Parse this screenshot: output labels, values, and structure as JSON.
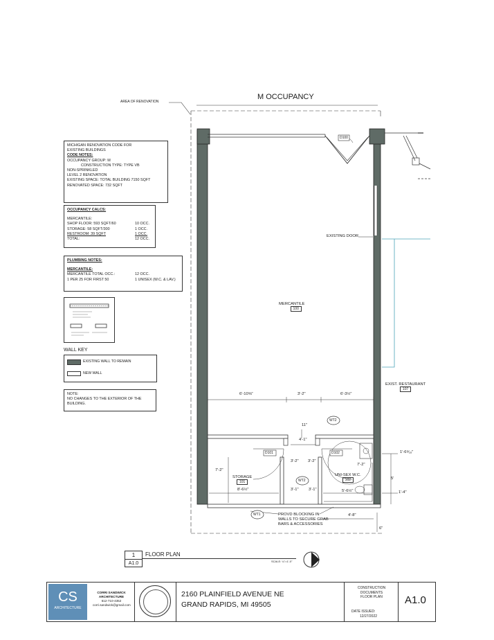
{
  "title": "M OCCUPANCY",
  "area_label": "AREA OF RENOVATION",
  "code_notes": {
    "lines": [
      "MICHIGAN RENOVATION CODE FOR",
      "EXISTING BUILDINGS"
    ],
    "heading": "CODE NOTES:",
    "occupancy": "OCCUPANCY GROUP:  M",
    "construction": "CONSTRUCTION TYPE: TYPE VB",
    "details": [
      "NON-SPRINKLED",
      "LEVEL 2 RENOVATION",
      "EXISTING SPACE: TOTAL BUILDING 7150 SQFT",
      "RENOVATED SPACE: 732 SQFT"
    ]
  },
  "occupancy_calcs": {
    "heading": "OCCUPANCY CALCS:",
    "group": "MERCANTILE:",
    "rows": [
      {
        "label": "SHOP FLOOR: 593 SQFT/60",
        "value": "10 OCC."
      },
      {
        "label": "STORAGE: 58 SQFT/300",
        "value": "1 OCC."
      },
      {
        "label": "RESTROOM:  39 SQFT",
        "value": "1 OCC."
      },
      {
        "label": "TOTAL:",
        "value": "12 OCC."
      }
    ]
  },
  "plumbing_notes": {
    "heading": "PLUMBING NOTES:",
    "group": "MERCANTILE:",
    "rows": [
      {
        "label": "MERCANTILE TOTAL OCC.:",
        "value": "12 OCC."
      },
      {
        "label": "1 PER 25 FOR FIRST 50",
        "value": "1 UNISEX (W.C. & LAV.)"
      }
    ]
  },
  "wall_key": {
    "heading": "WALL KEY",
    "existing": "EXISTING WALL TO REMAIN",
    "new": "NEW WALL"
  },
  "note_box": {
    "heading": "NOTE:",
    "lines": [
      "NO CHANGES TO THE EXTERIOR OF THE",
      "BUILDING."
    ]
  },
  "rooms": {
    "mercantile": {
      "name": "MERCANTILE",
      "num": "100"
    },
    "storage": {
      "name": "STORAGE",
      "num": "101"
    },
    "unisex": {
      "name": "UNI-SEX W.C.",
      "num": "102"
    },
    "restaurant": {
      "name": "EXIST. RESTAURANT",
      "num": "107"
    }
  },
  "tags": {
    "d100": "D100",
    "d101": "D101",
    "d102": "D102",
    "wt1": "WT1",
    "wt2a": "WT2",
    "wt2b": "WT2"
  },
  "labels": {
    "existing_door": "EXISTING DOOR",
    "blocking": [
      "PROVD BLOCKING IN",
      "WALLS TO SECURE GRAB",
      "BARS & ACCESSORIES"
    ]
  },
  "dims": {
    "d1": "6'-10⅝\"",
    "d2": "3'-2\"",
    "d3": "6'-3½\"",
    "d4": "11\"",
    "d5": "4'-1\"",
    "d6": "3'-2\"",
    "d7": "3'-2\"",
    "d8": "7'-2\"",
    "d9": "7'-2\"",
    "d10": "8'-6½\"",
    "d11": "3'-1\"",
    "d12": "3'-1\"",
    "d13": "5'-6½\"",
    "d14": "4'-8\"",
    "d15": "1'-6⁹⁄₁₆\"",
    "d16": "5'",
    "d17": "1'-4\"",
    "d18": "6\""
  },
  "plan_title": {
    "number": "1",
    "sheet": "A1.0",
    "title": "FLOOR PLAN",
    "scale": "SCALE: ¼\"=1'-0\""
  },
  "north": "N",
  "title_block": {
    "logo": "CS",
    "logo_sub": "ARCHITECTURE",
    "firm": [
      "CORRI SANDWICK",
      "ARCHITECTURE",
      "612-710-4352",
      "corri.sandwick@gmail.com"
    ],
    "address_line1": "2160 PLAINFIELD AVENUE NE",
    "address_line2": "GRAND RAPIDS, MI 49505",
    "doc_type": [
      "CONSTRUCTION",
      "DOCUMENTS",
      "FLOOR PLAN"
    ],
    "date_label": "DATE ISSUED:",
    "date": "12/27/2022",
    "sheet": "A1.0"
  },
  "colors": {
    "existing_wall": "#5f6b66",
    "restaurant_line": "#4aa3b8",
    "logo_bg": "#5f8fb7"
  }
}
